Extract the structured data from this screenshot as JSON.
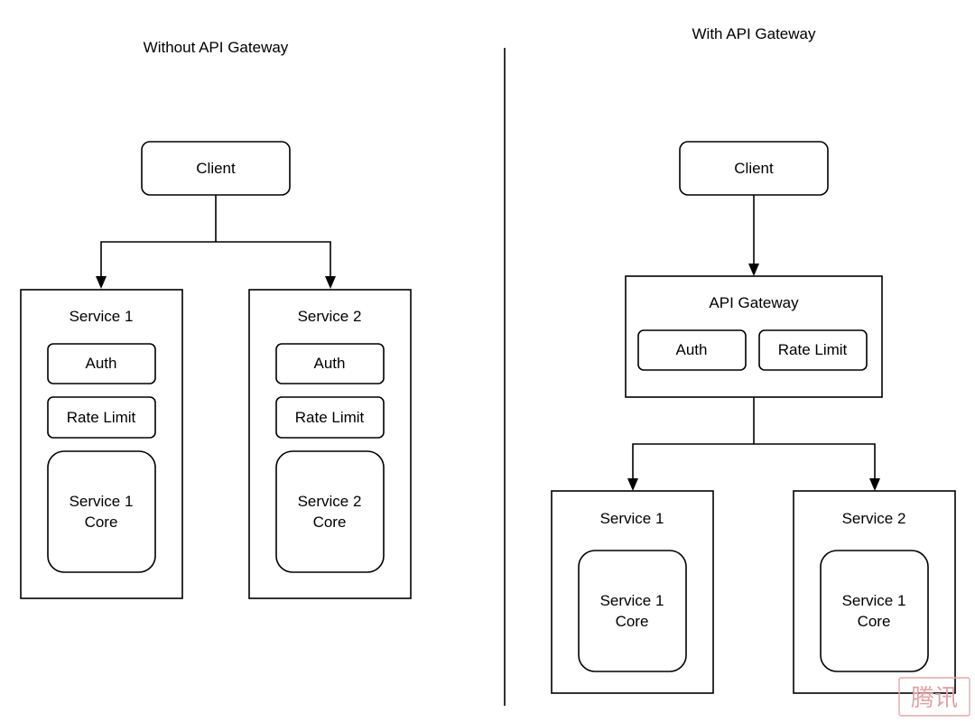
{
  "left_panel": {
    "title": "Without API Gateway",
    "client": "Client",
    "service1": {
      "title": "Service 1",
      "auth": "Auth",
      "rate_limit": "Rate Limit",
      "core_line1": "Service 1",
      "core_line2": "Core"
    },
    "service2": {
      "title": "Service 2",
      "auth": "Auth",
      "rate_limit": "Rate Limit",
      "core_line1": "Service 2",
      "core_line2": "Core"
    }
  },
  "right_panel": {
    "title": "With API Gateway",
    "client": "Client",
    "gateway": {
      "title": "API Gateway",
      "auth": "Auth",
      "rate_limit": "Rate Limit"
    },
    "service1": {
      "title": "Service 1",
      "core_line1": "Service 1",
      "core_line2": "Core"
    },
    "service2": {
      "title": "Service 2",
      "core_line1": "Service 1",
      "core_line2": "Core"
    }
  },
  "watermark": "腾讯"
}
